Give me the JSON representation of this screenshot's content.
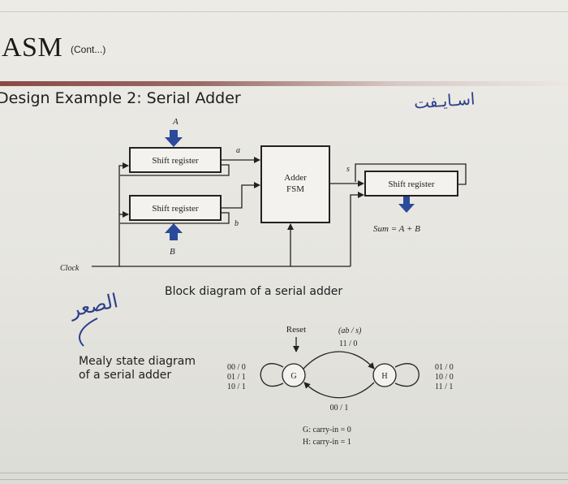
{
  "slide": {
    "title": "ASM",
    "title_suffix": "(Cont...)",
    "design_title": "Design Example 2: Serial Adder",
    "handwritten_top": "اسـايـفت",
    "handwritten_side": "الصعر"
  },
  "block_diagram": {
    "input_a": "A",
    "input_b": "B",
    "shift_register_a": "Shift register",
    "shift_register_b": "Shift register",
    "signal_a": "a",
    "signal_b": "b",
    "adder_line1": "Adder",
    "adder_line2": "FSM",
    "signal_s": "s",
    "shift_register_out": "Shift register",
    "sum_label": "Sum  =  A + B",
    "clock_label": "Clock",
    "caption": "Block diagram of a serial adder"
  },
  "state_diagram": {
    "description": "Mealy state diagram of a serial adder",
    "reset_label": "Reset",
    "inputs_label": "(ab / s)",
    "transition_g_to_h": "11 / 0",
    "transition_h_to_g": "00 / 1",
    "state_g": "G",
    "state_h": "H",
    "self_loop_g": [
      "00 / 0",
      "01 / 1",
      "10 / 1"
    ],
    "self_loop_h": [
      "01 / 0",
      "10 / 0",
      "11 / 1"
    ],
    "legend": [
      "G:  carry-in  =  0",
      "H:  carry-in  =  1"
    ]
  }
}
